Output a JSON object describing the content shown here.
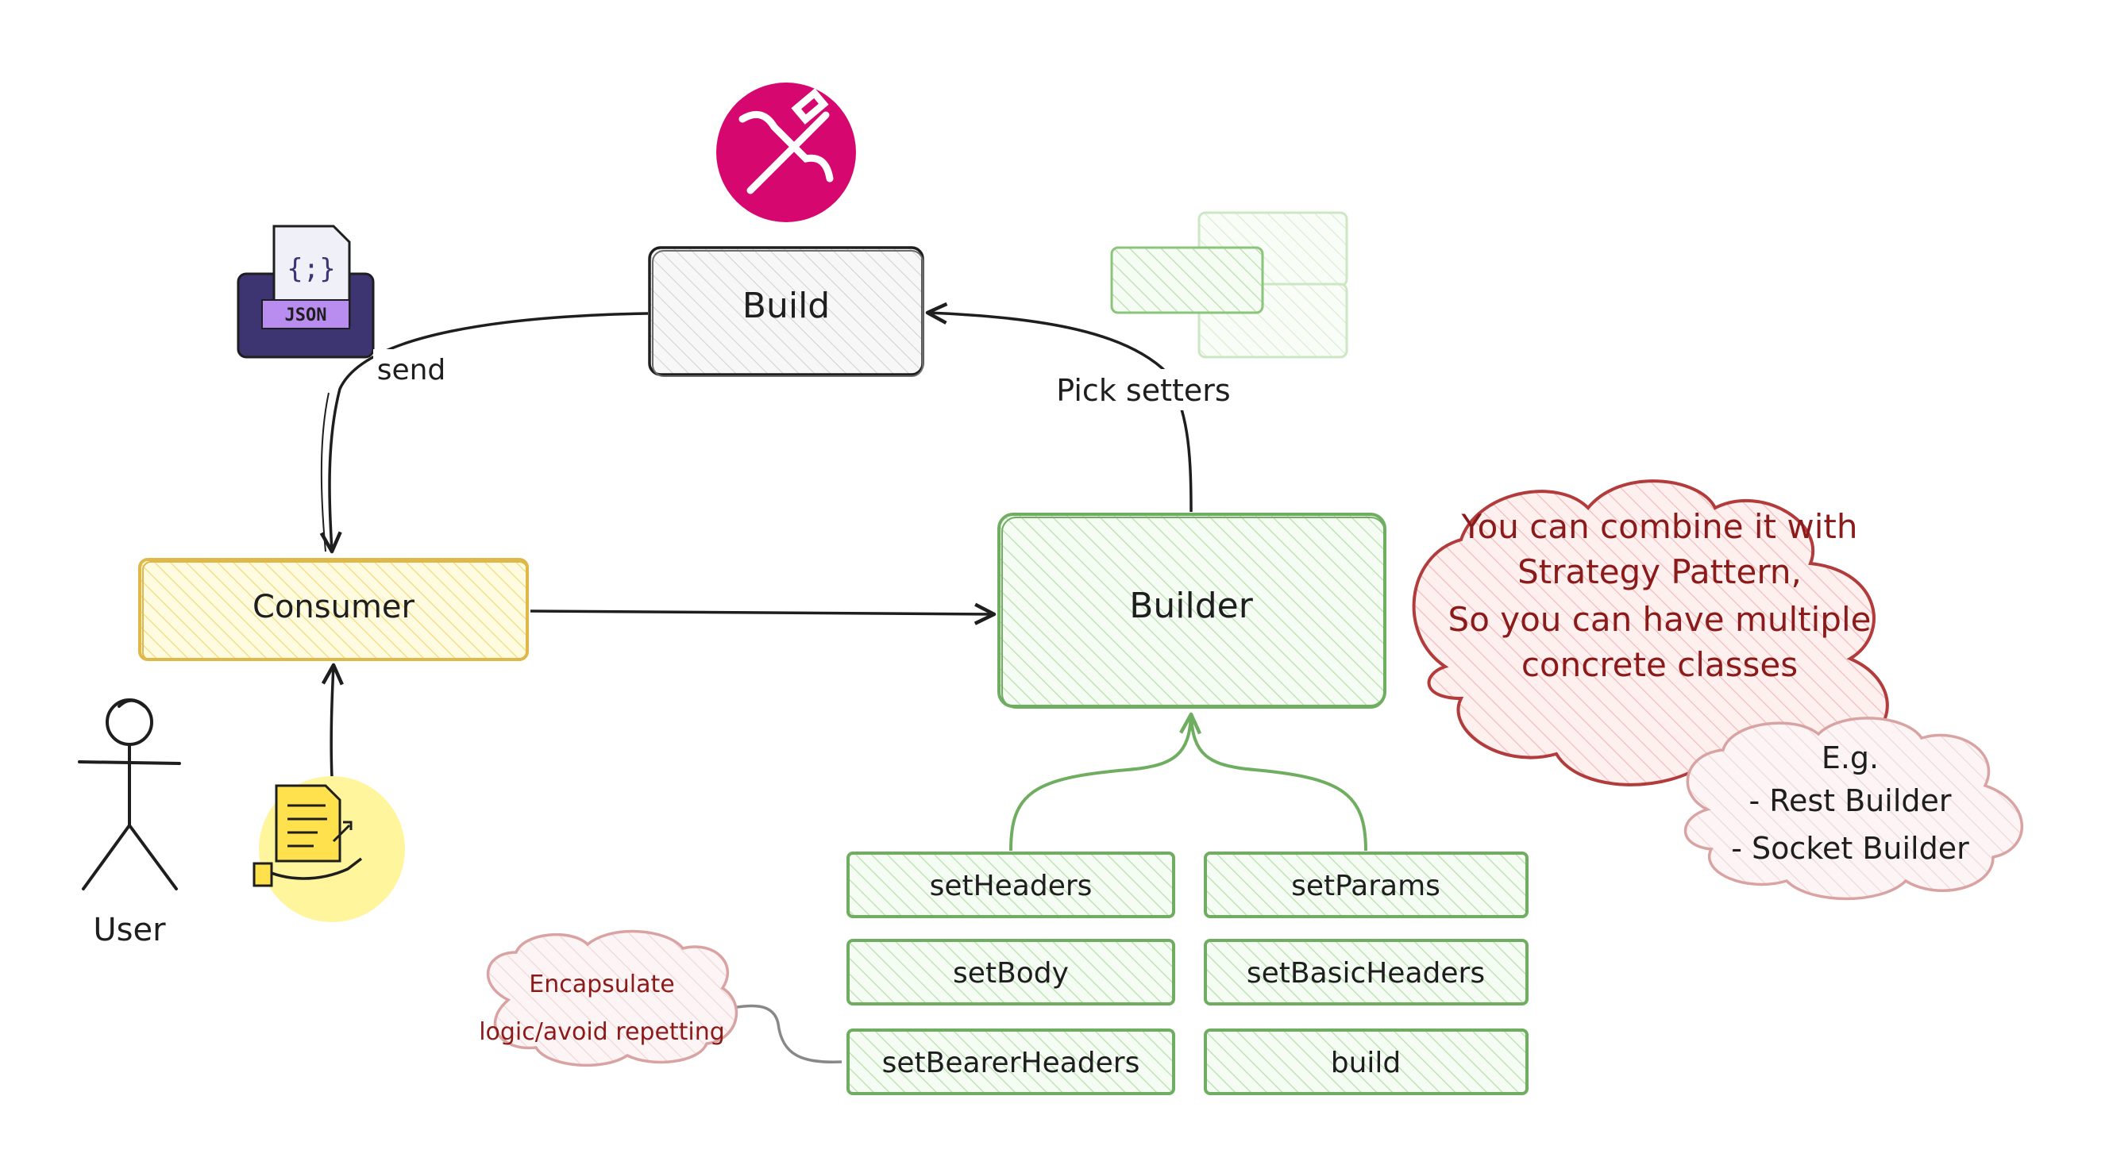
{
  "nodes": {
    "build": "Build",
    "consumer": "Consumer",
    "builder": "Builder",
    "user": "User",
    "json_badge": "JSON",
    "json_braces": "{;}"
  },
  "edges": {
    "send": "send",
    "pick_setters": "Pick setters"
  },
  "setters": [
    "setHeaders",
    "setParams",
    "setBody",
    "setBasicHeaders",
    "setBearerHeaders",
    "build"
  ],
  "notes": {
    "strategy": [
      "You can combine it with",
      "Strategy Pattern,",
      "So you can have multiple",
      "concrete classes"
    ],
    "examples": [
      "E.g.",
      "- Rest Builder",
      "- Socket Builder"
    ],
    "encapsulate": [
      "Encapsulate",
      "logic/avoid repetting"
    ]
  },
  "colors": {
    "stroke": "#1e1e1e",
    "gray_box": "#f4f4f4",
    "yellow_fill": "#fff3bf",
    "yellow_stroke": "#e0b84a",
    "green_fill": "#ebfbee",
    "green_stroke": "#6fae60",
    "red_fill": "#ffe3e3",
    "red_stroke": "#b23b3b",
    "pink_fill": "#f4e4e4",
    "pink_stroke": "#d9a3a3",
    "magenta": "#d6086f",
    "purple": "#3d3472",
    "violet": "#b98cf0",
    "yellow_circle": "#fff59d"
  },
  "icons": [
    "tools-icon",
    "json-printer-icon",
    "document-handout-icon",
    "stick-figure-icon",
    "stacked-boxes-icon"
  ]
}
